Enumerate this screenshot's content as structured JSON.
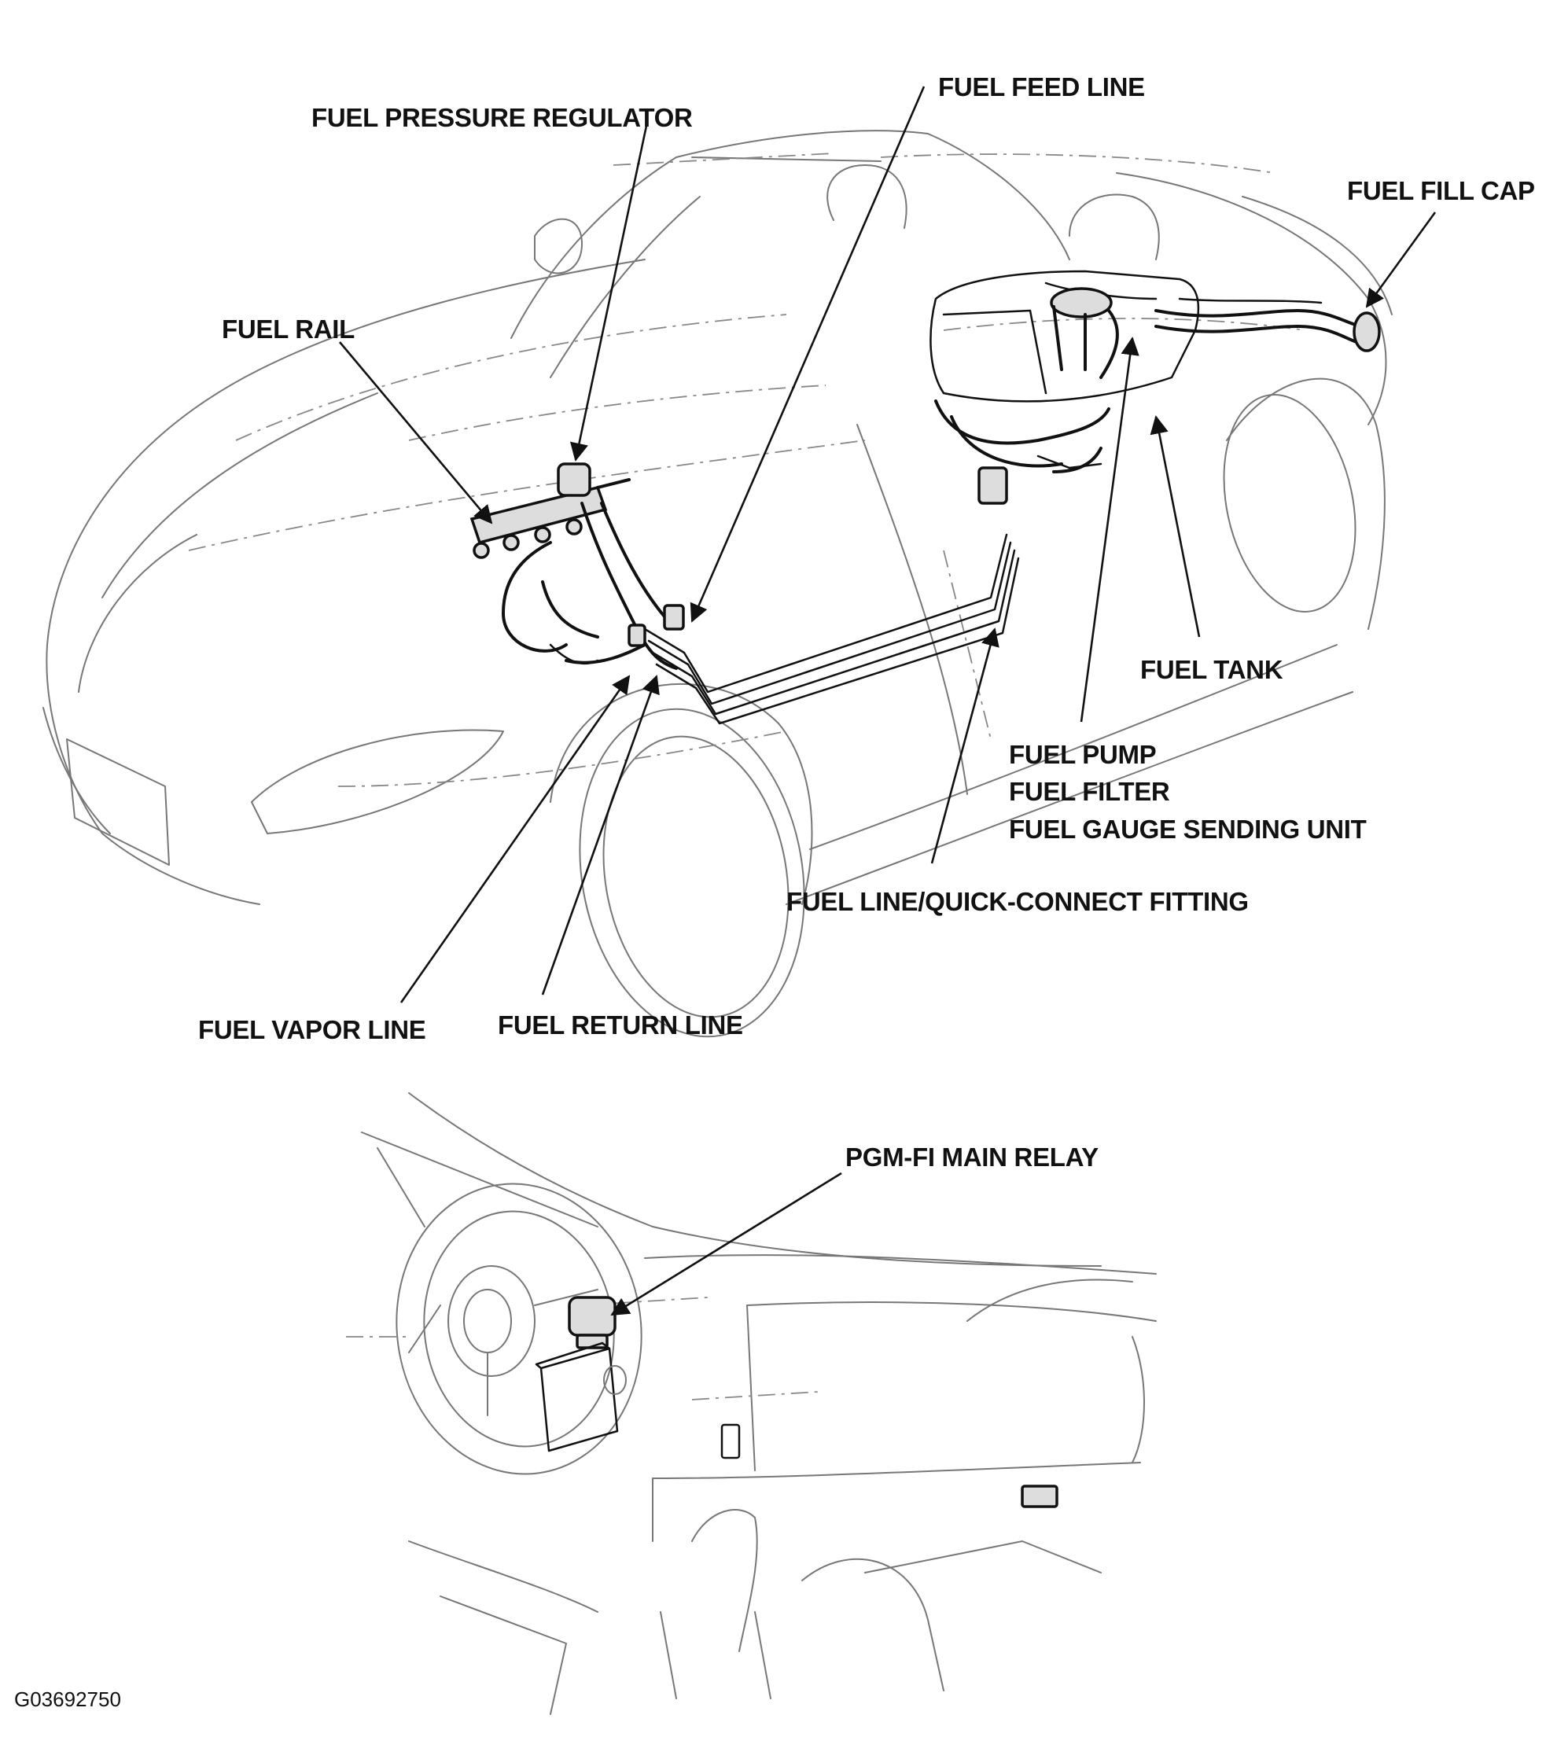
{
  "labels": {
    "fuel_pressure_regulator": "FUEL PRESSURE REGULATOR",
    "fuel_feed_line": "FUEL FEED LINE",
    "fuel_fill_cap": "FUEL FILL CAP",
    "fuel_rail": "FUEL RAIL",
    "fuel_tank": "FUEL TANK",
    "fuel_pump": "FUEL PUMP",
    "fuel_filter": "FUEL FILTER",
    "fuel_gauge_sending_unit": "FUEL GAUGE SENDING UNIT",
    "fuel_line_quick_connect_fitting": "FUEL LINE/QUICK-CONNECT FITTING",
    "fuel_vapor_line": "FUEL VAPOR LINE",
    "fuel_return_line": "FUEL RETURN LINE",
    "pgm_fi_main_relay": "PGM-FI MAIN RELAY"
  },
  "figure_id": "G03692750"
}
